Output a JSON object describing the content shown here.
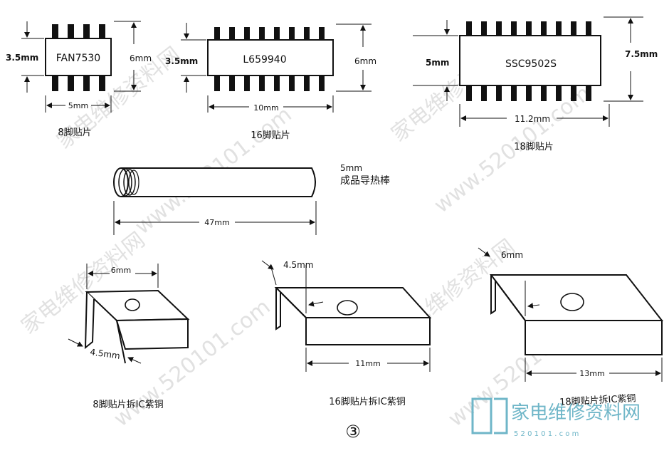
{
  "chips": {
    "chip8": {
      "name": "FAN7530",
      "height_label": "3.5mm",
      "outer_label": "6mm",
      "width_label": "5mm",
      "caption": "8脚贴片"
    },
    "chip16": {
      "name": "L659940",
      "height_label": "3.5mm",
      "outer_label": "6mm",
      "width_label": "10mm",
      "caption": "16脚贴片"
    },
    "chip18": {
      "name": "SSC9502S",
      "height_label": "5mm",
      "outer_label": "7.5mm",
      "width_label": "11.2mm",
      "caption": "18脚贴片"
    }
  },
  "rod": {
    "diameter_label": "5mm",
    "name": "成品导热棒",
    "length_label": "47mm"
  },
  "brackets": {
    "b8": {
      "top_label": "6mm",
      "side_label": "4.5mm",
      "caption": "8脚贴片拆IC紫铜"
    },
    "b16": {
      "side_label": "4.5mm",
      "width_label": "11mm",
      "caption": "16脚贴片拆IC紫铜"
    },
    "b18": {
      "side_label": "6mm",
      "width_label": "13mm",
      "caption": "18脚贴片拆IC紫铜"
    }
  },
  "figure_number": "③",
  "watermark": {
    "site_cn": "家电维修资料网",
    "site_url": "www.520101.com"
  },
  "logo": {
    "name": "家电维修资料网",
    "url": "5 2 0 1 0 1 . c o m"
  }
}
